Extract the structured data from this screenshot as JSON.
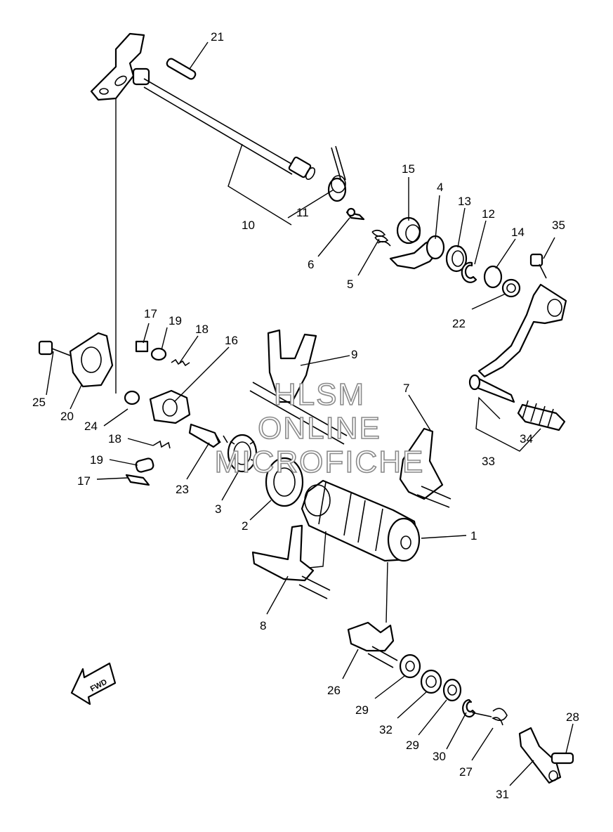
{
  "part_labels": [
    "21",
    "15",
    "4",
    "13",
    "12",
    "14",
    "35",
    "11",
    "10",
    "6",
    "5",
    "22",
    "17",
    "19",
    "18",
    "16",
    "9",
    "25",
    "20",
    "24",
    "7",
    "18",
    "19",
    "17",
    "23",
    "3",
    "2",
    "34",
    "33",
    "1",
    "8",
    "26",
    "29",
    "32",
    "29",
    "30",
    "27",
    "28",
    "31"
  ],
  "watermark": {
    "line1": "HLSM",
    "line2": "ONLINE",
    "line3": "MICROFICHE"
  },
  "fwd_label": "FWD"
}
